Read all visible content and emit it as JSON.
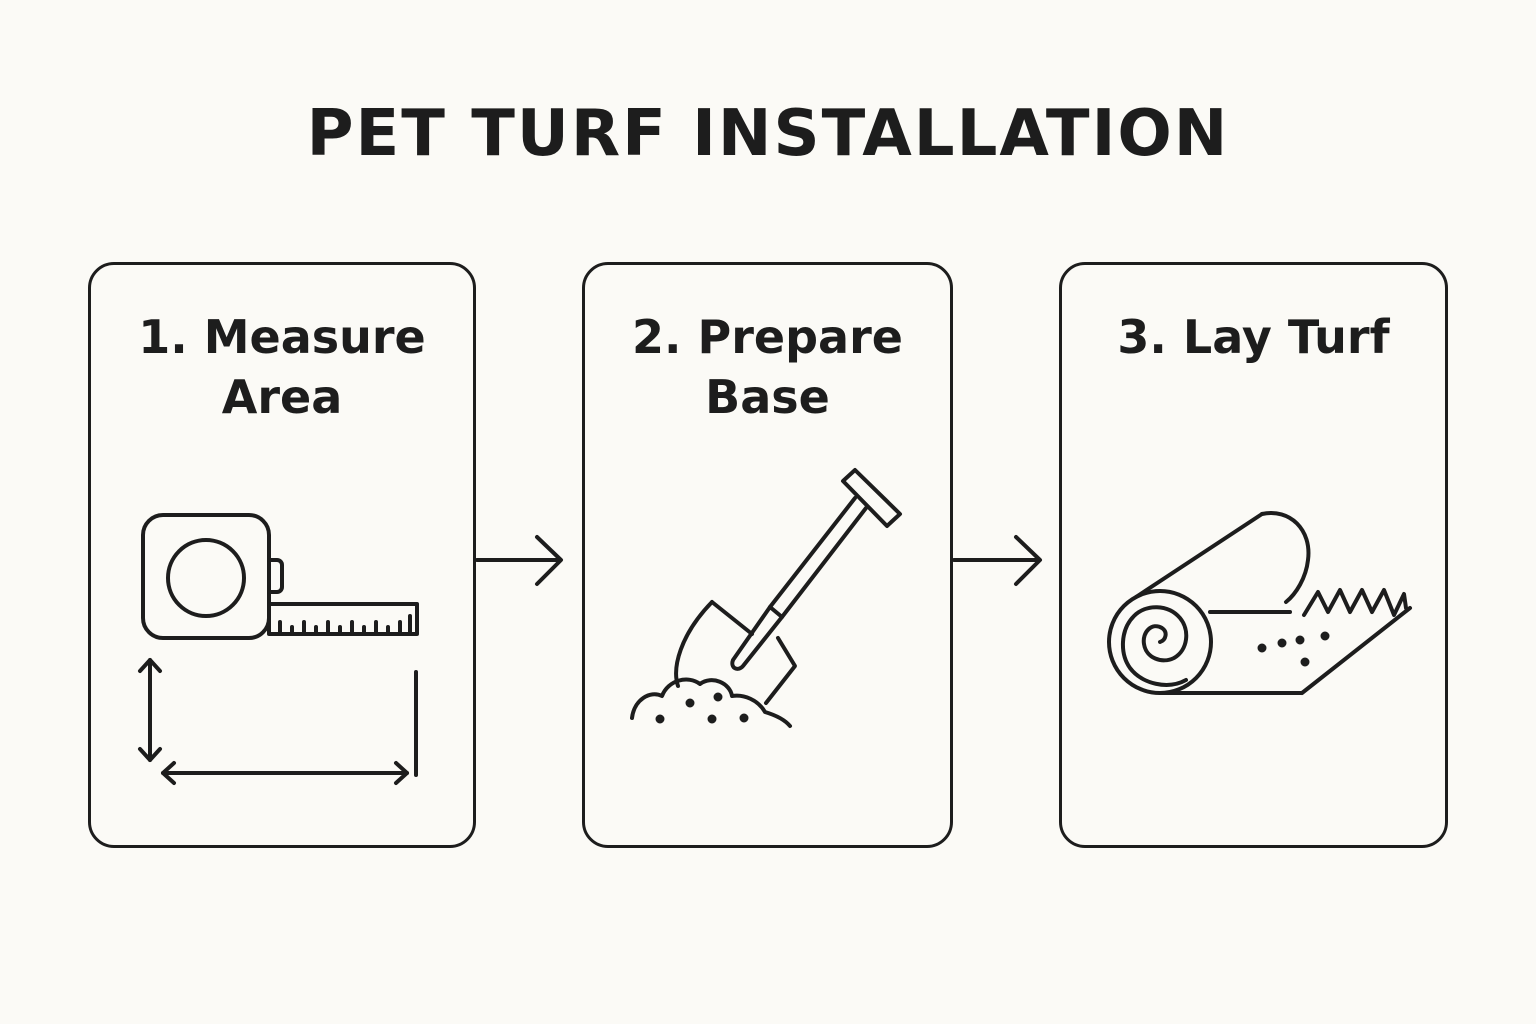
{
  "title": "PET TURF INSTALLATION",
  "steps": [
    {
      "label": "1. Measure Area",
      "icon": "tape-measure-icon"
    },
    {
      "label": "2. Prepare Base",
      "icon": "shovel-icon"
    },
    {
      "label": "3. Lay Turf",
      "icon": "turf-roll-icon"
    }
  ],
  "colors": {
    "background": "#fbfaf6",
    "ink": "#1d1d1d"
  }
}
